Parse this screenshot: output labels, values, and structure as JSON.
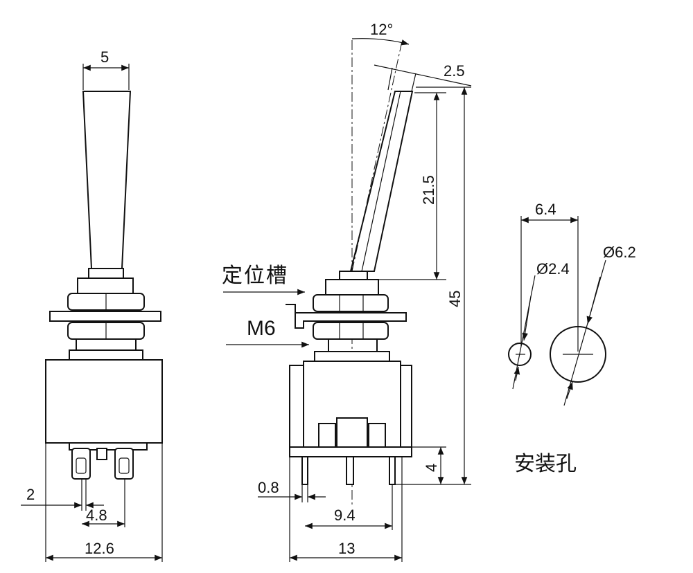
{
  "front_view": {
    "lever_width": "5",
    "pin_width": "2",
    "pin_pitch": "4.8",
    "body_width": "12.6"
  },
  "side_view": {
    "lever_angle": "12°",
    "lever_tip": "2.5",
    "lever_length": "21.5",
    "total_height": "45",
    "terminal_length": "4",
    "pin_thickness": "0.8",
    "pin_span": "9.4",
    "body_width": "13",
    "label_locating_slot": "定位槽",
    "label_thread": "M6"
  },
  "mounting_hole": {
    "spacing": "6.4",
    "small_diameter": "Ø2.4",
    "large_diameter": "Ø6.2",
    "title": "安装孔"
  }
}
